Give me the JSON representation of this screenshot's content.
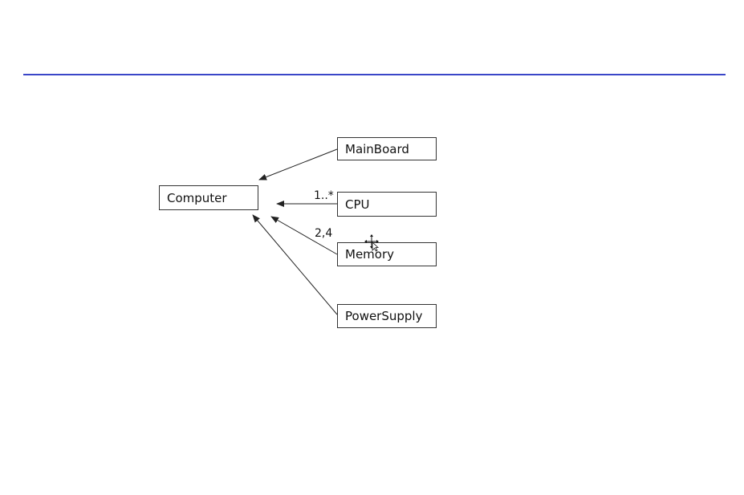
{
  "diagram": {
    "classes": {
      "computer": "Computer",
      "mainboard": "MainBoard",
      "cpu": "CPU",
      "memory": "Memory",
      "powersupply": "PowerSupply"
    },
    "multiplicities": {
      "cpu": "1..*",
      "memory": "2,4"
    },
    "associations": [
      {
        "from": "MainBoard",
        "to": "Computer"
      },
      {
        "from": "CPU",
        "to": "Computer",
        "multiplicity": "1..*"
      },
      {
        "from": "Memory",
        "to": "Computer",
        "multiplicity": "2,4"
      },
      {
        "from": "PowerSupply",
        "to": "Computer"
      }
    ]
  },
  "colors": {
    "title_rule": "#3a46c8",
    "line": "#222222"
  },
  "icons": {
    "cursor": "move-cursor-icon"
  }
}
